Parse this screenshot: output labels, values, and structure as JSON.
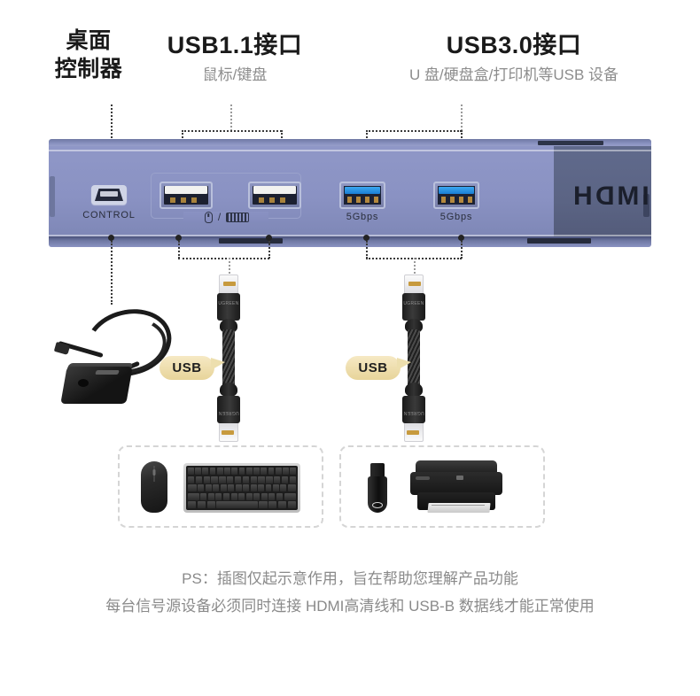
{
  "headings": {
    "control": {
      "line1": "桌面",
      "line2": "控制器"
    },
    "usb11": {
      "title": "USB1.1接口",
      "subtitle": "鼠标/键盘"
    },
    "usb30": {
      "title": "USB3.0接口",
      "subtitle": "U 盘/硬盘盒/打印机等USB 设备"
    }
  },
  "panel": {
    "control_port_label": "CONTROL",
    "usb3_labels": [
      "5Gbps",
      "5Gbps"
    ],
    "hdmi_mark": {
      "g1": "H",
      "g2": "D",
      "g3": "M",
      "g4": "I",
      "full": "HDMI"
    },
    "usb2_icon_names": {
      "mouse": "mouse-icon",
      "separator": "/",
      "keyboard": "keyboard-icon"
    },
    "colors": {
      "face": "#8a92c3",
      "face_right": "#5b6484",
      "edge_top": "#6f78a3",
      "edge_bottom": "#49517a",
      "usb3_tongue": "#1a7fd4",
      "port_pin_gold": "#b3883e"
    }
  },
  "cables": {
    "badge_label": "USB",
    "plug_brand": "UGREEN",
    "badge_color": "#e7d49a"
  },
  "devices": {
    "left_box": [
      "mouse-device",
      "keyboard-device"
    ],
    "right_box": [
      "usb-flash-drive",
      "printer-device"
    ]
  },
  "footer": {
    "line1": "PS：插图仅起示意作用，旨在帮助您理解产品功能",
    "line2": "每台信号源设备必须同时连接 HDMI高清线和 USB-B 数据线才能正常使用"
  }
}
